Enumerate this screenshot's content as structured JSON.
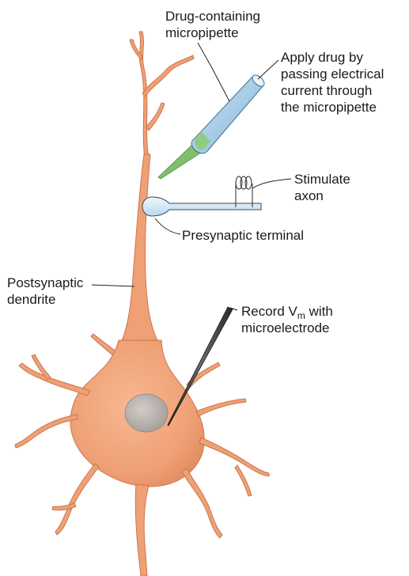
{
  "labels": {
    "drug_pipette": [
      "Drug-containing",
      "micropipette"
    ],
    "apply_drug": [
      "Apply drug by",
      "passing electrical",
      "current through",
      "the micropipette"
    ],
    "stimulate": [
      "Stimulate",
      "axon"
    ],
    "presynaptic": "Presynaptic terminal",
    "postsynaptic": [
      "Postsynaptic",
      "dendrite"
    ],
    "record": {
      "prefix": "Record V",
      "subscript": "m",
      "suffix": " with",
      "line2": "microelectrode"
    }
  },
  "colors": {
    "neuron_fill": "#f3a67c",
    "neuron_stroke": "#c9764c",
    "nucleus": "#b9b2ae",
    "pipette_body": "#a9cde8",
    "pipette_drug": "#7fc06a",
    "axon_fill": "#dcecf8",
    "electrode": "#3a3a3a",
    "leader": "#222222"
  }
}
